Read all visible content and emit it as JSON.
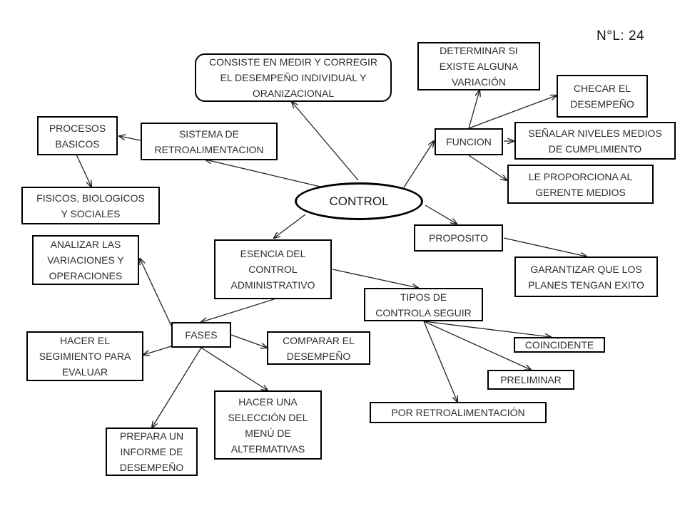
{
  "header": {
    "list_number": "N°L: 24"
  },
  "nodes": {
    "consiste": "CONSISTE EN MEDIR Y CORREGIR\nEL DESEMPEÑO INDIVIDUAL Y\nORANIZACIONAL",
    "determinar": "DETERMINAR SI\nEXISTE ALGUNA\nVARIACIÓN",
    "checar": "CHECAR EL\nDESEMPEÑO",
    "procesos": "PROCESOS\nBASICOS",
    "sistema": "SISTEMA DE\nRETROALIMENTACION",
    "funcion": "FUNCION",
    "senalar": "SEÑALAR NIVELES MEDIOS\nDE CUMPLIMIENTO",
    "proporciona": "LE PROPORCIONA AL\nGERENTE MEDIOS",
    "fisicos": "FISICOS, BIOLOGICOS\nY SOCIALES",
    "control": "CONTROL",
    "proposito": "PROPOSITO",
    "analizar": "ANALIZAR LAS\nVARIACIONES Y\nOPERACIONES",
    "esencia": "ESENCIA DEL\nCONTROL\nADMINISTRATIVO",
    "garantizar": "GARANTIZAR QUE LOS\nPLANES TENGAN EXITO",
    "tipos": "TIPOS DE\nCONTROLA SEGUIR",
    "fases": "FASES",
    "hacer_seg": "HACER EL\nSEGIMIENTO PARA\nEVALUAR",
    "comparar": "COMPARAR EL\nDESEMPEÑO",
    "coincidente": "COINCIDENTE",
    "preliminar": "PRELIMINAR",
    "hacer_sel": "HACER UNA\nSELECCIÓN DEL\nMENÚ DE\nALTERMATIVAS",
    "por_retro": "POR RETROALIMENTACIÓN",
    "prepara": "PREPARA UN\nINFORME DE\nDESEMPEÑO"
  }
}
